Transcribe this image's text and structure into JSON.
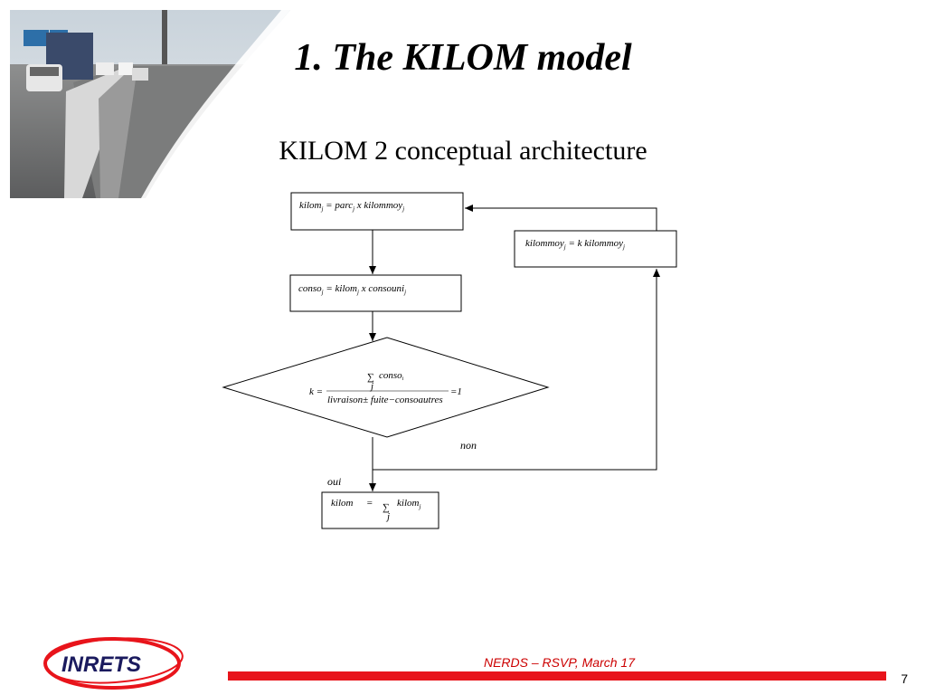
{
  "slide": {
    "title": "1. The KILOM model",
    "subtitle": "KILOM 2 conceptual architecture",
    "footer": "NERDS – RSVP, March 17",
    "page_number": "7",
    "logo_text": "INRETS"
  },
  "diagram": {
    "box_kilom": {
      "lhs": "kilom",
      "eq": " = parc",
      "rest": " x kilommoy",
      "sub": "j"
    },
    "box_kilommoy": {
      "lhs": "kilommoy",
      "rest": " = k kilommoy",
      "sub": "j"
    },
    "box_conso": {
      "lhs": "conso",
      "eq": " = kilom",
      "rest": " x consouni",
      "sub": "j"
    },
    "decision": {
      "k": "k =",
      "sum": "∑",
      "num": "conso",
      "num_sub": "i",
      "sum_sub": "j",
      "den": "livraison± fuite−consoautres",
      "rhs": "=1"
    },
    "branch_no": "non",
    "branch_yes": "oui",
    "box_total": {
      "lhs": "kilom",
      "eq": "=",
      "sum": "∑",
      "sum_sub": "j",
      "term": "kilom",
      "sub": "j"
    }
  },
  "colors": {
    "accent": "#e8141b",
    "footer_text": "#cc0000"
  }
}
